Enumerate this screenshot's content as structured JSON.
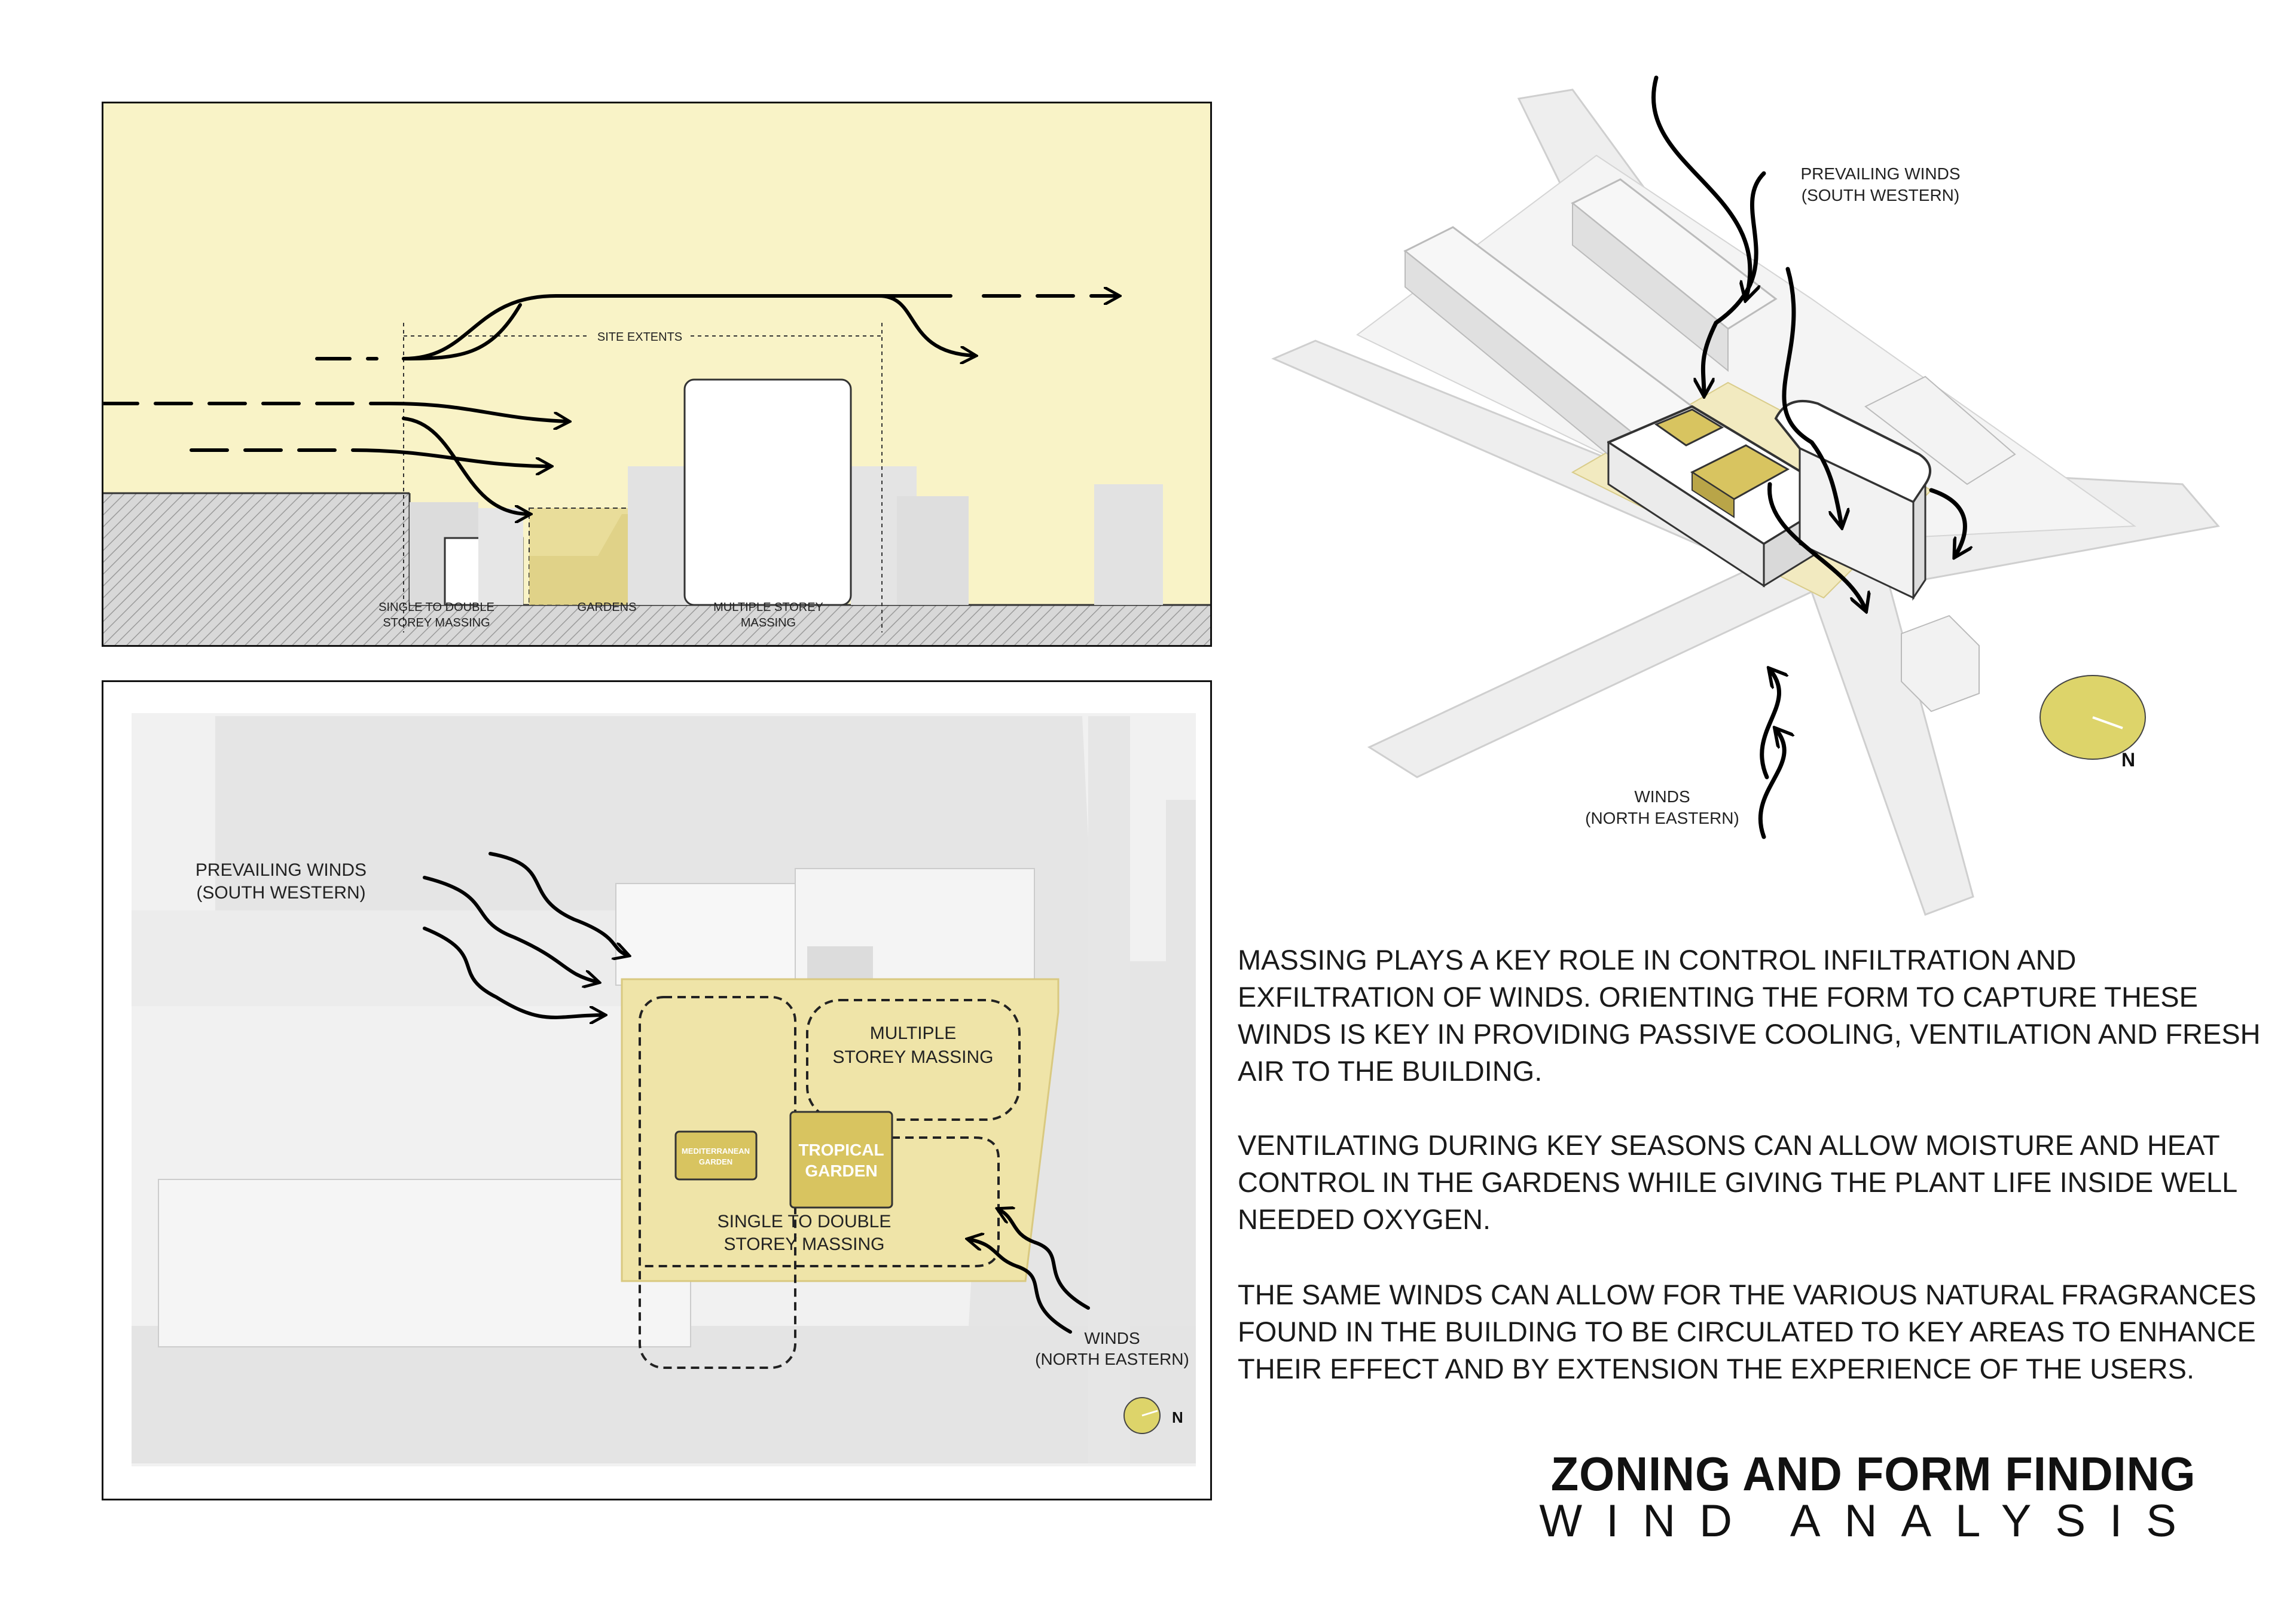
{
  "section": {
    "site_extents": "SITE EXTENTS",
    "labels": {
      "low_line1": "SINGLE TO DOUBLE",
      "low_line2": "STOREY MASSING",
      "gardens": "GARDENS",
      "multi_line1": "MULTIPLE STOREY",
      "multi_line2": "MASSING"
    }
  },
  "plan": {
    "prevailing_line1": "PREVAILING WINDS",
    "prevailing_line2": "(SOUTH WESTERN)",
    "multiple_line1": "MULTIPLE",
    "multiple_line2": "STOREY MASSING",
    "mediterranean_line1": "MEDITERRANEAN",
    "mediterranean_line2": "GARDEN",
    "tropical_line1": "TROPICAL",
    "tropical_line2": "GARDEN",
    "single_line1": "SINGLE TO DOUBLE",
    "single_line2": "STOREY MASSING",
    "winds_line1": "WINDS",
    "winds_line2": "(NORTH EASTERN)",
    "north": "N"
  },
  "axo": {
    "prevailing_line1": "PREVAILING WINDS",
    "prevailing_line2": "(SOUTH WESTERN)",
    "winds_line1": "WINDS",
    "winds_line2": "(NORTH EASTERN)",
    "north": "N"
  },
  "text": {
    "p1": "MASSING PLAYS A KEY ROLE IN CONTROL INFILTRATION AND EXFILTRATION OF WINDS. ORIENTING THE FORM TO CAPTURE THESE WINDS IS KEY IN PROVIDING PASSIVE COOLING, VENTILATION AND FRESH AIR TO THE BUILDING.",
    "p2": "VENTILATING DURING KEY SEASONS CAN ALLOW MOISTURE AND HEAT CONTROL IN THE GARDENS WHILE GIVING THE PLANT LIFE INSIDE WELL NEEDED OXYGEN.",
    "p3": "THE SAME WINDS CAN ALLOW FOR THE VARIOUS NATURAL FRAGRANCES FOUND IN THE BUILDING TO BE CIRCULATED TO KEY AREAS TO ENHANCE THEIR EFFECT AND BY EXTENSION THE EXPERIENCE OF THE USERS.",
    "title": "ZONING AND FORM FINDING",
    "subtitle": "WIND ANALYSIS"
  },
  "colors": {
    "section_bg": "#f9f3c7",
    "garden": "#e9dd9a",
    "garden_dark": "#d8c460",
    "north_disc": "#ddd46a",
    "arrow": "#000000"
  }
}
